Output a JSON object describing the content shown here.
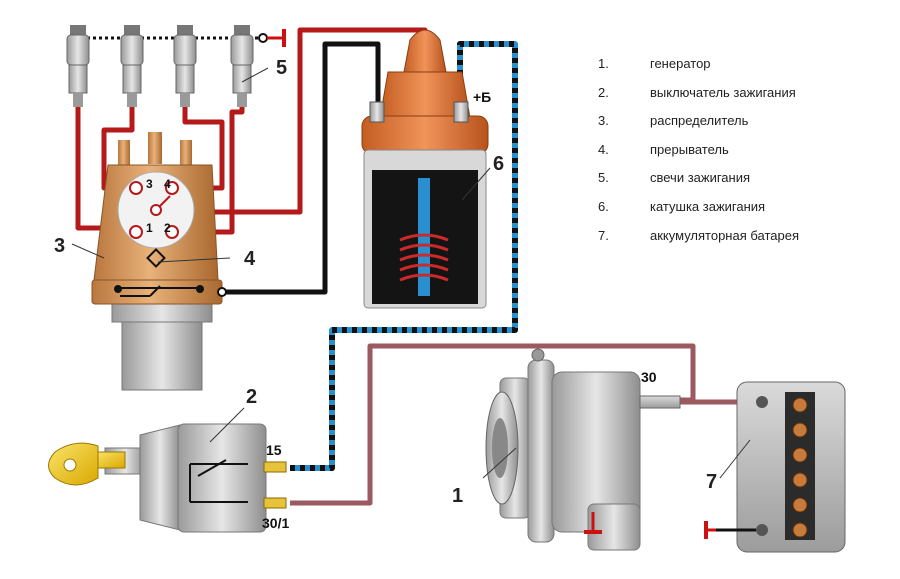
{
  "legend": [
    {
      "num": "1.",
      "text": "генератор"
    },
    {
      "num": "2.",
      "text": "выключатель зажигания"
    },
    {
      "num": "3.",
      "text": "распределитель"
    },
    {
      "num": "4.",
      "text": "прерыватель"
    },
    {
      "num": "5.",
      "text": "свечи зажигания"
    },
    {
      "num": "6.",
      "text": "катушка зажигания"
    },
    {
      "num": "7.",
      "text": "аккумуляторная батарея"
    }
  ],
  "callouts": {
    "generator": "1",
    "ignition_switch": "2",
    "distributor": "3",
    "breaker": "4",
    "spark_plugs": "5",
    "coil": "6",
    "battery": "7"
  },
  "terminals": {
    "coil_plus": "+Б",
    "generator_out": "30",
    "switch_15": "15",
    "switch_30_1": "30/1"
  },
  "distributor_pins": [
    "1",
    "2",
    "3",
    "4"
  ],
  "colors": {
    "high_voltage_wire": "#b51a1a",
    "low_voltage_wire": "#111111",
    "switched_wire_blue": "#2a8fcf",
    "battery_wire": "#9a5a60",
    "coil_body": "#e07a3a",
    "distributor_body": "#d9a066",
    "metal_gray": "#c8c8c8",
    "key_yellow": "#f2cf2a",
    "ground_red": "#cc1111"
  }
}
